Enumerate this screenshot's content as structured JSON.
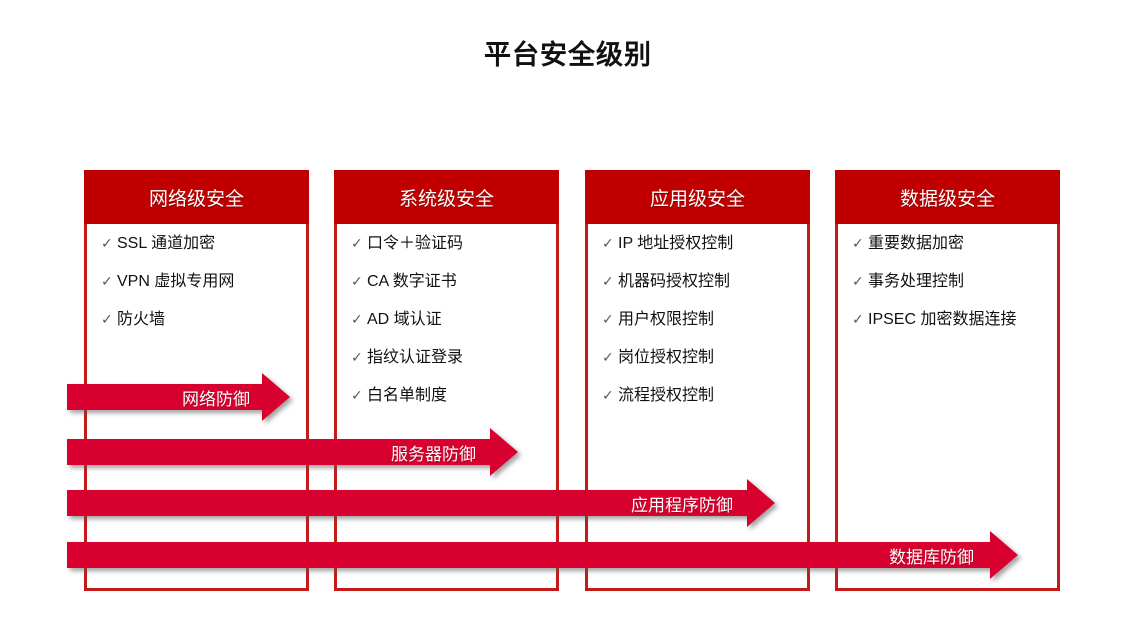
{
  "title": "平台安全级别",
  "theme": {
    "header_red": "#c00000",
    "border_red": "#c41a1a",
    "arrow_red": "#d8002e",
    "text_dark": "#111111"
  },
  "check_icon": "✓",
  "columns": [
    {
      "header": "网络级安全",
      "items": [
        "SSL 通道加密",
        "VPN 虚拟专用网",
        "防火墙"
      ]
    },
    {
      "header": "系统级安全",
      "items": [
        "口令＋验证码",
        "CA 数字证书",
        "AD 域认证",
        "指纹认证登录",
        "白名单制度"
      ]
    },
    {
      "header": "应用级安全",
      "items": [
        "IP 地址授权控制",
        "机器码授权控制",
        "用户权限控制",
        "岗位授权控制",
        "流程授权控制"
      ]
    },
    {
      "header": "数据级安全",
      "items": [
        "重要数据加密",
        "事务处理控制",
        "IPSEC 加密数据连接"
      ]
    }
  ],
  "arrows": [
    {
      "label": "网络防御"
    },
    {
      "label": "服务器防御"
    },
    {
      "label": "应用程序防御"
    },
    {
      "label": "数据库防御"
    }
  ]
}
